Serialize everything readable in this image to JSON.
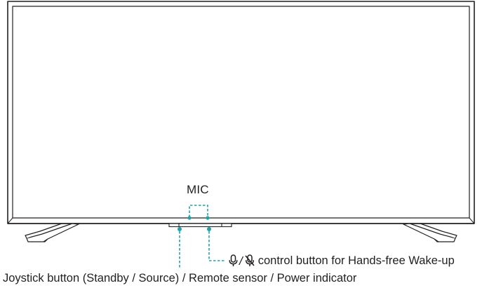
{
  "labels": {
    "mic": "MIC",
    "slash": "/",
    "mic_control": "control button for Hands-free Wake-up",
    "joystick": "Joystick button (Standby / Source) / Remote sensor / Power indicator"
  },
  "icons": {
    "mic_on": "microphone-icon",
    "mic_off": "microphone-off-icon"
  },
  "colors": {
    "outline": "#231f20",
    "callout": "#1fa3a8",
    "screen": "#ffffff"
  }
}
